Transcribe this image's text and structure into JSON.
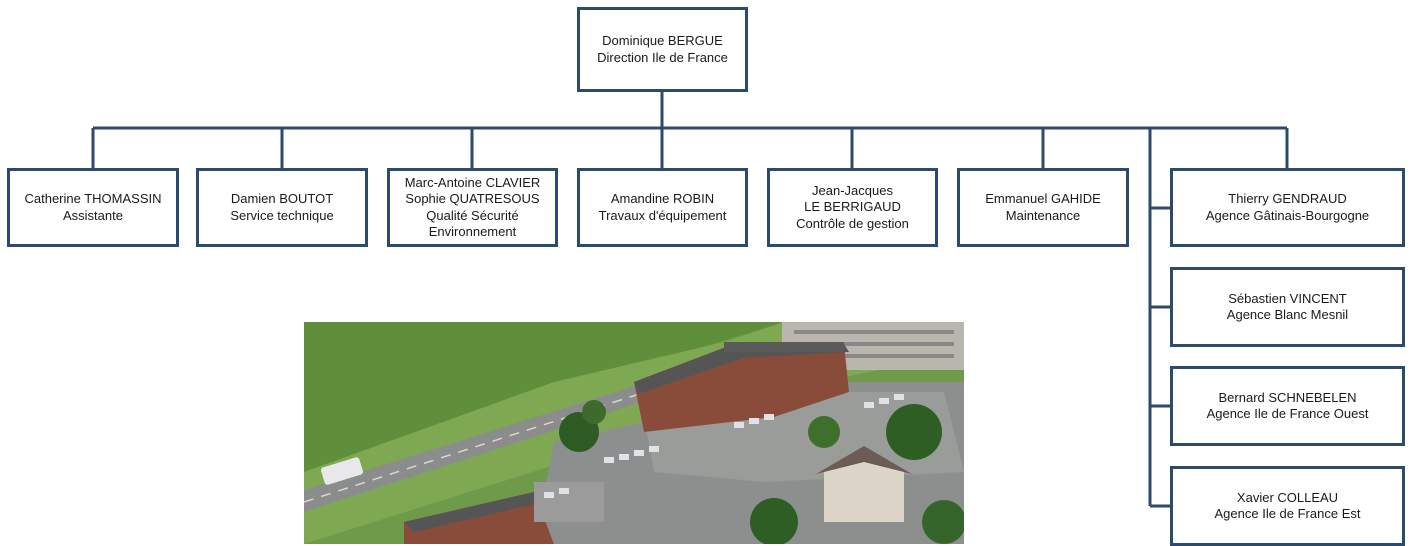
{
  "root": {
    "lines": [
      "Dominique BERGUE",
      "Direction Ile de France"
    ]
  },
  "row": [
    {
      "lines": [
        "Catherine THOMASSIN",
        "Assistante"
      ]
    },
    {
      "lines": [
        "Damien BOUTOT",
        "Service technique"
      ]
    },
    {
      "lines": [
        "Marc-Antoine CLAVIER",
        "Sophie QUATRESOUS",
        "Qualité Sécurité",
        "Environnement"
      ]
    },
    {
      "lines": [
        "Amandine ROBIN",
        "Travaux d'équipement"
      ]
    },
    {
      "lines": [
        "Jean-Jacques",
        "LE BERRIGAUD",
        "Contrôle de gestion"
      ]
    },
    {
      "lines": [
        "Emmanuel GAHIDE",
        "Maintenance"
      ]
    }
  ],
  "agencies": [
    {
      "lines": [
        "Thierry GENDRAUD",
        "Agence Gâtinais-Bourgogne"
      ]
    },
    {
      "lines": [
        "Sébastien VINCENT",
        "Agence Blanc Mesnil"
      ]
    },
    {
      "lines": [
        "Bernard SCHNEBELEN",
        "Agence Ile de France Ouest"
      ]
    },
    {
      "lines": [
        "Xavier COLLEAU",
        "Agence Ile de France Est"
      ]
    }
  ],
  "colors": {
    "line": "#2c4a6e",
    "box_border": "#2c4a6e",
    "text": "#1a1a1a"
  }
}
